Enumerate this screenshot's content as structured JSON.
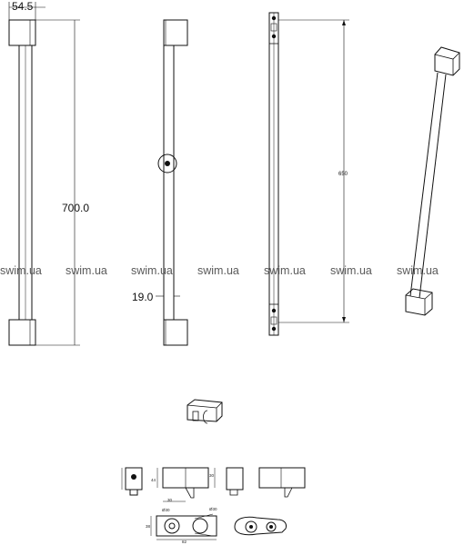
{
  "dimensions": {
    "width_label": "54.5",
    "height_label": "700.0",
    "offset_label": "19.0",
    "rail_length_label": "650"
  },
  "watermark": {
    "text": "swim.ua",
    "count": 7
  },
  "detail_labels": {
    "holder_height": "44",
    "holder_width_top": "30",
    "holder_width_bottom": "30",
    "diameter_left": "Ø30",
    "diameter_right": "Ø30",
    "holder_depth": "38",
    "holder_length": "82"
  }
}
